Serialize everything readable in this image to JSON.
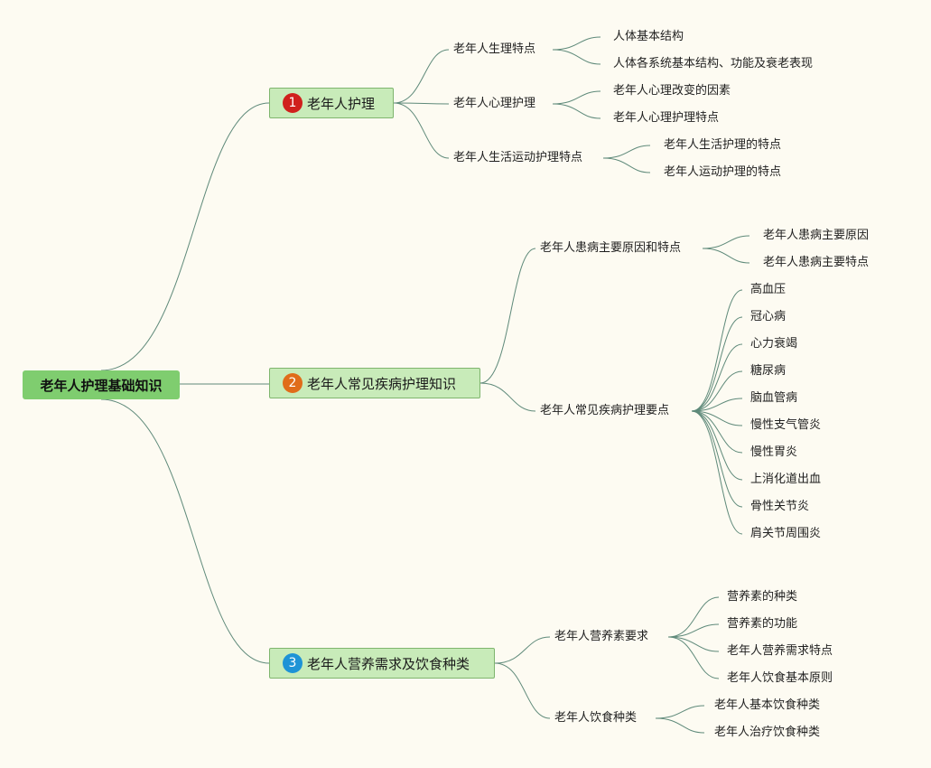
{
  "root": {
    "label": "老年人护理基础知识"
  },
  "sections": [
    {
      "badge": "1",
      "badge_color": "#d0201c",
      "label": "老年人护理",
      "children": [
        {
          "label": "老年人生理特点",
          "children": [
            "人体基本结构",
            "人体各系统基本结构、功能及衰老表现"
          ]
        },
        {
          "label": "老年人心理护理",
          "children": [
            "老年人心理改变的因素",
            "老年人心理护理特点"
          ]
        },
        {
          "label": "老年人生活运动护理特点",
          "children": [
            "老年人生活护理的特点",
            "老年人运动护理的特点"
          ]
        }
      ]
    },
    {
      "badge": "2",
      "badge_color": "#e06c1a",
      "label": "老年人常见疾病护理知识",
      "children": [
        {
          "label": "老年人患病主要原因和特点",
          "children": [
            "老年人患病主要原因",
            "老年人患病主要特点"
          ]
        },
        {
          "label": "老年人常见疾病护理要点",
          "children": [
            "高血压",
            "冠心病",
            "心力衰竭",
            "糖尿病",
            "脑血管病",
            "慢性支气管炎",
            "慢性胃炎",
            "上消化道出血",
            "骨性关节炎",
            "肩关节周围炎"
          ]
        }
      ]
    },
    {
      "badge": "3",
      "badge_color": "#1e93d6",
      "label": "老年人营养需求及饮食种类",
      "children": [
        {
          "label": "老年人营养素要求",
          "children": [
            "营养素的种类",
            "营养素的功能",
            "老年人营养需求特点",
            "老年人饮食基本原则"
          ]
        },
        {
          "label": "老年人饮食种类",
          "children": [
            "老年人基本饮食种类",
            "老年人治疗饮食种类"
          ]
        }
      ]
    }
  ],
  "colors": {
    "background": "#fdfbf2",
    "root_fill": "#7fcd6f",
    "topic_fill": "#c8ebb9",
    "topic_border": "#7fb56e",
    "line": "#5f8a7a"
  }
}
